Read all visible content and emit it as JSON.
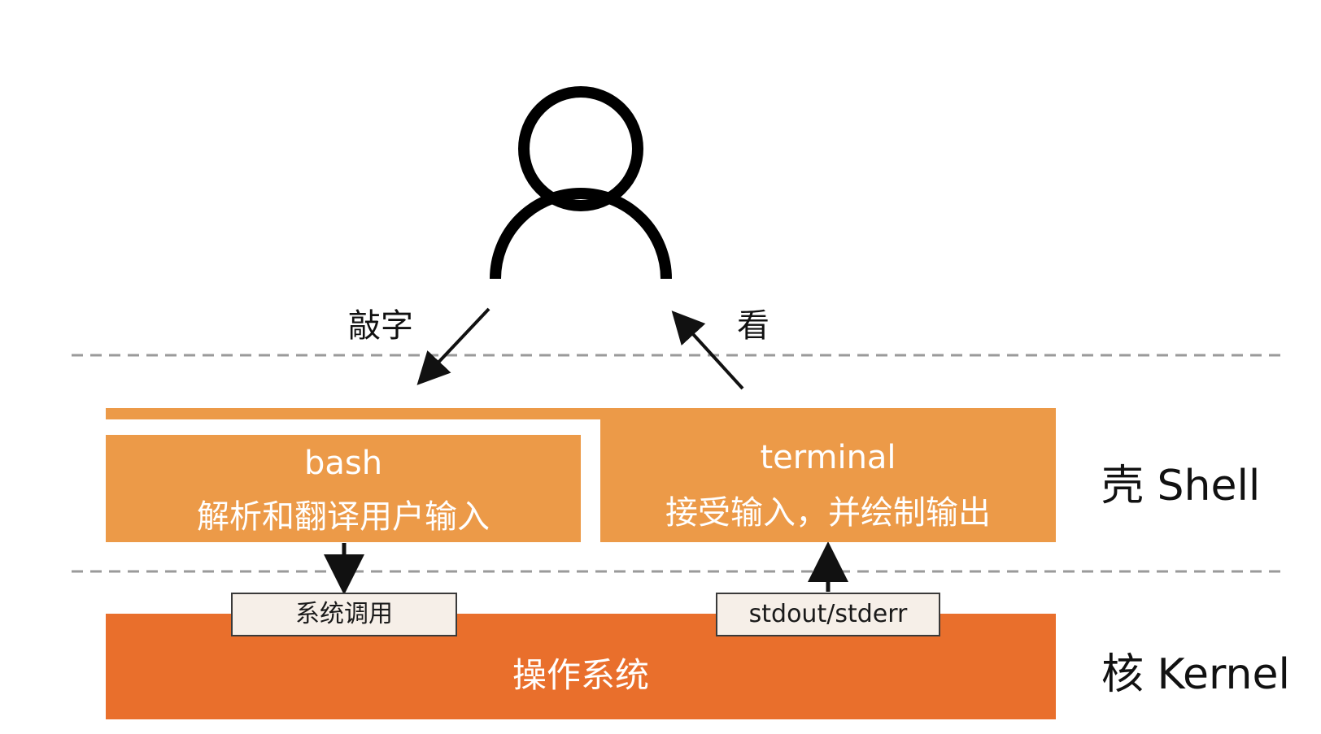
{
  "user": {
    "icon": "person-icon"
  },
  "actions": {
    "type_label": "敲字",
    "view_label": "看"
  },
  "shell": {
    "bash": {
      "title": "bash",
      "desc": "解析和翻译用户输入"
    },
    "terminal": {
      "title": "terminal",
      "desc": "接受输入，并绘制输出"
    },
    "label": "壳 Shell"
  },
  "interfaces": {
    "syscall": "系统调用",
    "stdio": "stdout/stderr"
  },
  "kernel": {
    "box_text": "操作系统",
    "label": "核 Kernel"
  },
  "colors": {
    "shell": "#ec9a48",
    "kernel": "#e96f2c",
    "tag_bg": "#f6efe8"
  }
}
